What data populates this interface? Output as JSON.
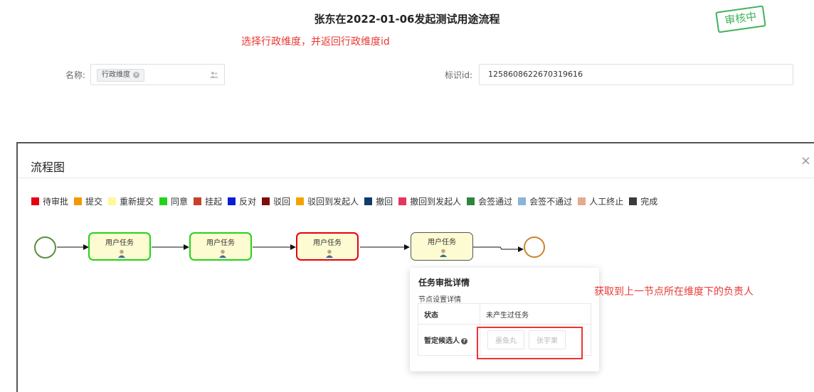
{
  "page": {
    "title": "张东在2022-01-06发起测试用途流程",
    "stamp": "审核中",
    "note_top": "选择行政维度，并返回行政维度id"
  },
  "form": {
    "name_label": "名称:",
    "name_tag": "行政维度",
    "id_label": "标识id:",
    "id_value": "1258608622670319616"
  },
  "dialog": {
    "title": "流程图",
    "close": "×",
    "legend": [
      {
        "label": "待审批",
        "color": "#e60012"
      },
      {
        "label": "提交",
        "color": "#f39800"
      },
      {
        "label": "重新提交",
        "color": "#fff799"
      },
      {
        "label": "同意",
        "color": "#22d31b"
      },
      {
        "label": "挂起",
        "color": "#c9402a"
      },
      {
        "label": "反对",
        "color": "#0a1cd6"
      },
      {
        "label": "驳回",
        "color": "#7f0c0c"
      },
      {
        "label": "驳回到发起人",
        "color": "#f5a200"
      },
      {
        "label": "撤回",
        "color": "#123a6b"
      },
      {
        "label": "撤回到发起人",
        "color": "#e8335f"
      },
      {
        "label": "会签通过",
        "color": "#2e8540"
      },
      {
        "label": "会签不通过",
        "color": "#8ab4d9"
      },
      {
        "label": "人工终止",
        "color": "#e5a98f"
      },
      {
        "label": "完成",
        "color": "#3b3b3b"
      }
    ],
    "nodes": [
      {
        "label": "用户任务",
        "border": "#22d31b",
        "fill": "#fdfbd2"
      },
      {
        "label": "用户任务",
        "border": "#22d31b",
        "fill": "#fdfbd2"
      },
      {
        "label": "用户任务",
        "border": "#e60012",
        "fill": "#fdfbd2"
      },
      {
        "label": "用户任务",
        "border": "#555555",
        "fill": "#fdfbd2"
      }
    ],
    "start_color": "#5a8f3c",
    "end_color": "#d0822a",
    "popup": {
      "heading": "任务审批详情",
      "sub": "节点设置详情",
      "status_key": "状态",
      "status_value": "未产生过任务",
      "candidates_key": "暂定候选人",
      "help_icon": "?",
      "candidates": [
        "墨鱼丸",
        "张宇果"
      ]
    },
    "note_right": "获取到上一节点所在维度下的负责人"
  }
}
